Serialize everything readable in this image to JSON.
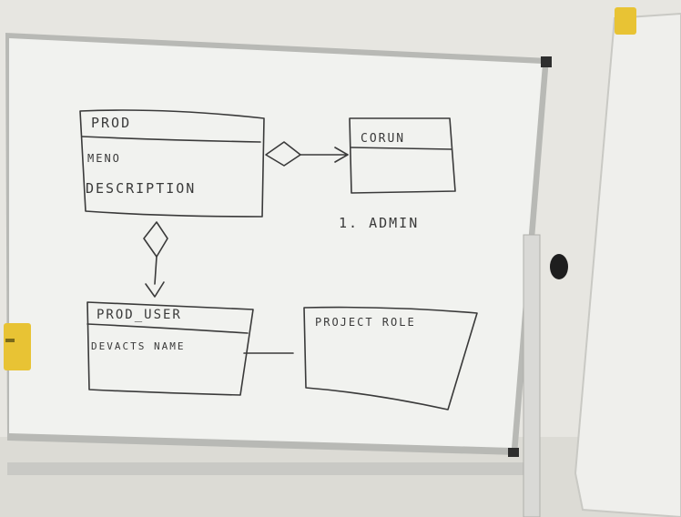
{
  "scene": {
    "description_labels": {
      "wall": "wall",
      "whiteboard": "whiteboard",
      "second_board": "second board"
    },
    "diagram": {
      "prod_box": {
        "title": "PROD",
        "fields": [
          "MENO",
          "DESCRIPTION"
        ]
      },
      "corun_box": {
        "title": "CORUN"
      },
      "admin_note": "1. ADMIN",
      "prod_user_box": {
        "title": "PROD_USER",
        "fields": [
          "DEVACTS NAME"
        ]
      },
      "project_role_box": {
        "title": "PROJECT ROLE"
      }
    },
    "colors": {
      "board": "#f1f2ef",
      "frame": "#b9bab6",
      "ink": "#3a3a3a",
      "magnet": "#e8c334"
    }
  }
}
